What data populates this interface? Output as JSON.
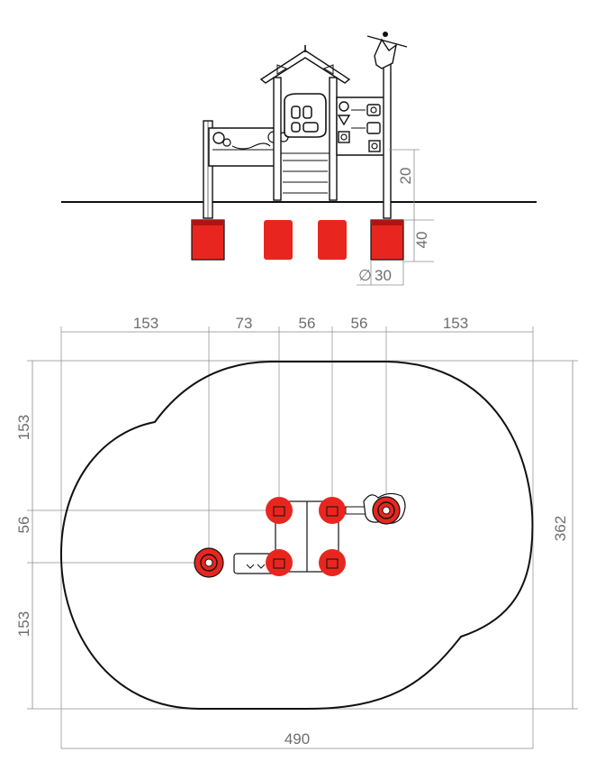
{
  "colors": {
    "post_red": "#e8261f",
    "post_red_dark": "#b01410",
    "outline": "#111111",
    "dimension": "#8c8c8c",
    "dimension_text": "#6e6e6e"
  },
  "elevation": {
    "dim_height_above_ground": "20",
    "dim_footing_depth": "40",
    "dim_footing_diameter_symbol": "∅",
    "dim_footing_diameter": "30"
  },
  "plan": {
    "dim_top_segments": [
      "153",
      "73",
      "56",
      "56",
      "153"
    ],
    "dim_left_segments": [
      "153",
      "56",
      "153"
    ],
    "dim_total_width": "490",
    "dim_total_height": "362"
  }
}
